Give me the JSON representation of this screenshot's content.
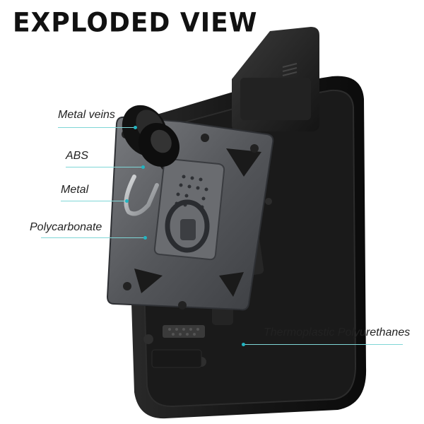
{
  "title": "EXPLODED VIEW",
  "callouts": {
    "metal_veins": "Metal veins",
    "abs": "ABS",
    "metal": "Metal",
    "polycarbonate": "Polycarbonate",
    "tpu": "Thermoplastic Polyurethanes"
  },
  "colors": {
    "leader_line": "#7fd6d6",
    "leader_dot": "#22b5c2",
    "case_body": "#1e1e1e",
    "bracket": "#5a5c60"
  }
}
